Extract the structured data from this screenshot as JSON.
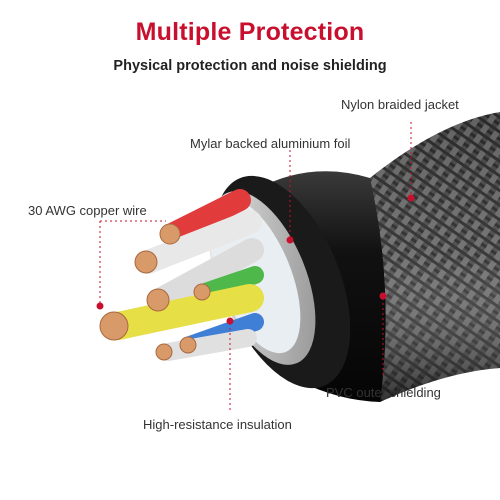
{
  "header": {
    "title": "Multiple Protection",
    "subtitle": "Physical protection and noise shielding"
  },
  "labels": {
    "nylon": "Nylon braided jacket",
    "mylar": "Mylar backed aluminium foil",
    "awg": "30 AWG copper wire",
    "pvc": "PVC outer shielding",
    "insulation": "High-resistance insulation"
  },
  "colors": {
    "title": "#c8102e",
    "callout": "#c8102e",
    "wire_red": "#e23b3b",
    "wire_green": "#4fb84a",
    "wire_yellow": "#e6df45",
    "wire_blue": "#3f7fd6",
    "copper": "#d99a6a"
  }
}
